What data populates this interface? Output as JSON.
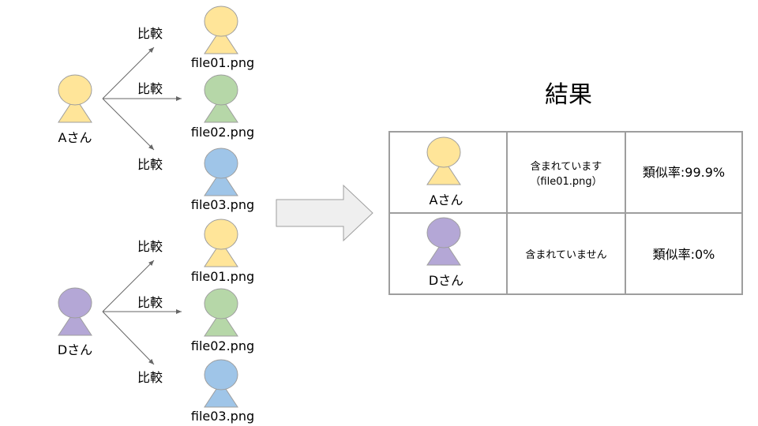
{
  "groups": [
    {
      "person": {
        "label": "Aさん",
        "color": "#ffe599",
        "icon": "person-icon"
      },
      "compare_labels": [
        "比較",
        "比較",
        "比較"
      ],
      "files": [
        {
          "name": "file01.png",
          "color": "#ffe599"
        },
        {
          "name": "file02.png",
          "color": "#b6d7a8"
        },
        {
          "name": "file03.png",
          "color": "#9fc5e8"
        }
      ]
    },
    {
      "person": {
        "label": "Dさん",
        "color": "#b4a7d6",
        "icon": "person-icon"
      },
      "compare_labels": [
        "比較",
        "比較",
        "比較"
      ],
      "files": [
        {
          "name": "file01.png",
          "color": "#ffe599"
        },
        {
          "name": "file02.png",
          "color": "#b6d7a8"
        },
        {
          "name": "file03.png",
          "color": "#9fc5e8"
        }
      ]
    }
  ],
  "arrow": {
    "icon": "right-block-arrow-icon",
    "color": "#efefef"
  },
  "result": {
    "title": "結果",
    "rows": [
      {
        "person_label": "Aさん",
        "person_color": "#ffe599",
        "status_line1": "含まれています",
        "status_line2": "（file01.png）",
        "status_color": "#000000",
        "similarity": "類似率:99.9%"
      },
      {
        "person_label": "Dさん",
        "person_color": "#b4a7d6",
        "status_line1": "含まれていません",
        "status_color": "#ff0000",
        "similarity": "類似率:0%"
      }
    ]
  }
}
